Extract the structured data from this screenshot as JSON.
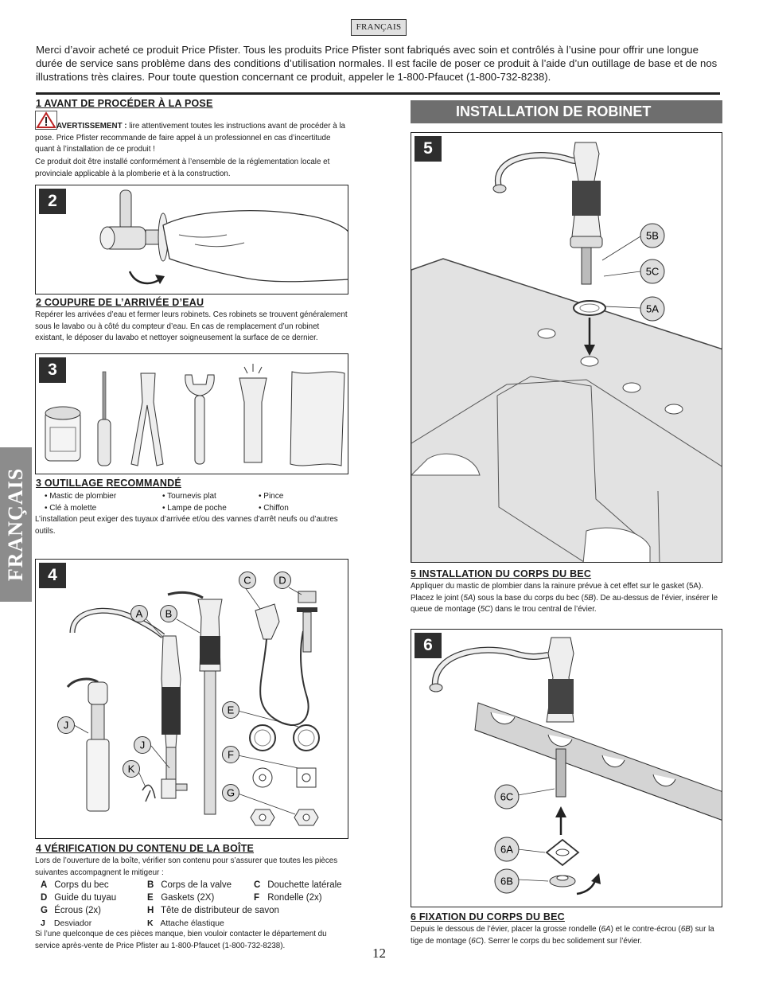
{
  "header": {
    "language_badge": "FRANÇAIS"
  },
  "intro": "Merci d’avoir acheté ce produit Price Pfister. Tous les produits Price Pfister sont fabriqués avec soin et contrôlés à l’usine pour offrir une longue durée de service sans problème dans des conditions d’utilisation normales. Il est facile de poser ce produit à l’aide d’un outillage de base et de nos illustrations très claires. Pour toute question concernant ce produit, appeler le 1-800-Pfaucet (1-800-732-8238).",
  "side_tab": "FRANÇAIS",
  "section1": {
    "title": "1  AVANT DE PROCÉDER À LA POSE",
    "warning_label": "AVERTISSEMENT :",
    "warning_text": " lire attentivement toutes les instructions avant de procéder à la pose. Price Pfister recommande de faire appel à un professionnel en cas d’incertitude quant à l’installation de ce produit !",
    "warning_text2": "Ce produit doit être installé conformément à l’ensemble de la réglementation locale et provinciale applicable à la plomberie et à la construction."
  },
  "figures": {
    "fig2": "2",
    "fig3": "3",
    "fig4": "4",
    "fig5": "5",
    "fig6": "6"
  },
  "section2": {
    "title": "2  COUPURE DE L’ARRIVÉE D’EAU",
    "text": "Repérer les arrivées d’eau et fermer leurs robinets. Ces robinets se trouvent généralement sous le lavabo ou à côté du compteur d’eau. En cas de remplacement d’un robinet existant, le déposer du lavabo et nettoyer soigneusement la surface de ce dernier."
  },
  "section3": {
    "title": "3  OUTILLAGE RECOMMANDÉ",
    "tools_row1": [
      "• Mastic de plombier",
      "• Tournevis plat",
      "• Pince"
    ],
    "tools_row2": [
      "• Clé à molette",
      "• Lampe de poche",
      "• Chiffon"
    ],
    "note": "L’installation peut exiger des tuyaux d’arrivée et/ou des vannes d’arrêt neufs ou d’autres outils."
  },
  "section4": {
    "title": "4  VÉRIFICATION DU CONTENU DE LA BOÎTE",
    "intro": "Lors de l’ouverture de la boîte, vérifier son contenu pour s’assurer que toutes les pièces suivantes accompagnent le mitigeur :",
    "parts": [
      [
        {
          "k": "A",
          "v": "Corps du bec"
        },
        {
          "k": "B",
          "v": "Corps de la valve"
        },
        {
          "k": "C",
          "v": "Douchette latérale"
        }
      ],
      [
        {
          "k": "D",
          "v": "Guide du tuyau"
        },
        {
          "k": "E",
          "v": "Gaskets (2X)"
        },
        {
          "k": "F",
          "v": "Rondelle (2x)"
        }
      ],
      [
        {
          "k": "G",
          "v": "Écrous (2x)"
        },
        {
          "k": "H",
          "v": "Tête de distributeur de savon"
        }
      ],
      [
        {
          "k": "J",
          "v": "Desviador"
        },
        {
          "k": "K",
          "v": "Attache élastique"
        }
      ]
    ],
    "footer": "Si l’une quelconque de ces pièces manque, bien vouloir contacter le département du service après-vente de Price Pfister au 1-800-Pfaucet (1-800-732-8238).",
    "callouts": {
      "A": "A",
      "B": "B",
      "C": "C",
      "D": "D",
      "E": "E",
      "F": "F",
      "G": "G",
      "J1": "J",
      "J2": "J",
      "K": "K"
    }
  },
  "installation_bar": "INSTALLATION DE ROBINET",
  "section5": {
    "title": "5  INSTALLATION DU CORPS DU BEC",
    "text_a": "Appliquer du mastic de plombier dans la rainure prévue à cet effet sur le gasket (5A). Placez le joint (",
    "ref1": "5A",
    "text_b": ") sous la base du corps du bec (",
    "ref2": "5B",
    "text_c": ").  De au-dessus de l’évier, insérer le queue de montage (",
    "ref3": "5C",
    "text_d": ") dans le trou central de l’évier.",
    "callouts": {
      "b": "5B",
      "c": "5C",
      "a": "5A"
    }
  },
  "section6": {
    "title": "6  FIXATION DU CORPS DU BEC",
    "text_a": "Depuis le dessous de l’évier, placer la grosse rondelle (",
    "ref1": "6A",
    "text_b": ") et le contre-écrou (",
    "ref2": "6B",
    "text_c": ") sur la tige de montage (",
    "ref3": "6C",
    "text_d": "). Serrer le corps du bec solidement sur l’évier.",
    "callouts": {
      "c": "6C",
      "a": "6A",
      "b": "6B"
    }
  },
  "page_number": "12"
}
